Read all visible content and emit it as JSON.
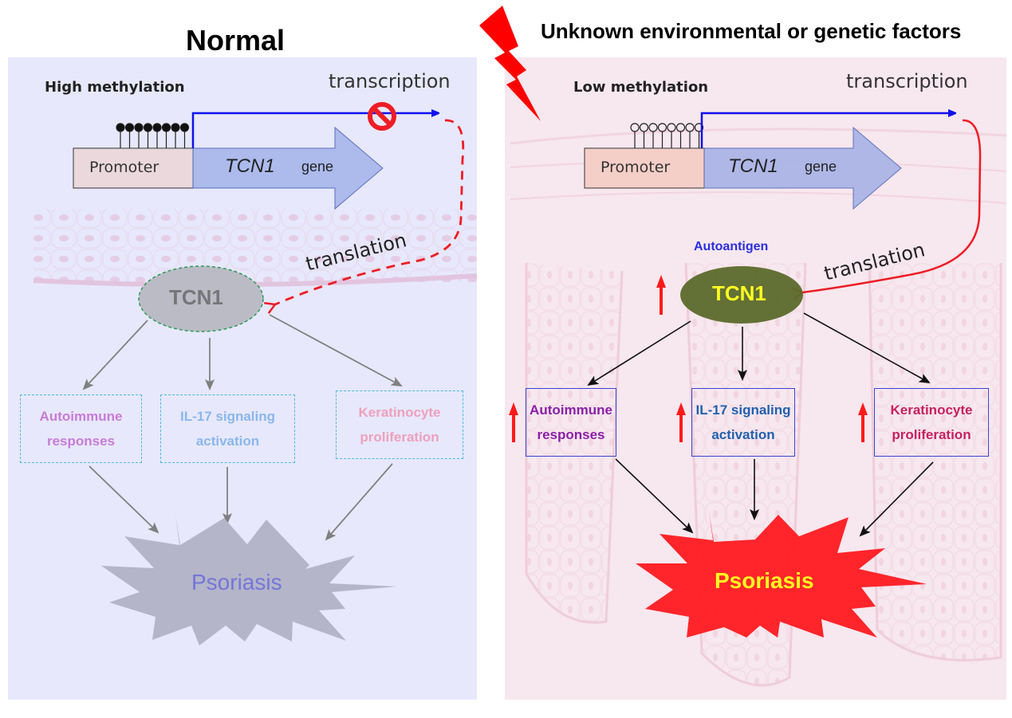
{
  "titles": {
    "normal": "Normal",
    "disease": "Unknown environmental or genetic factors"
  },
  "normal_panel": {
    "methylation_label": "High methylation",
    "methylation_state": "methylated (filled lollipops)",
    "cpg_count": 8,
    "promoter_label": "Promoter",
    "gene_name": "TCN1",
    "gene_suffix": "gene",
    "transcription_label": "transcription",
    "transcription_status": "blocked",
    "translation_label": "translation",
    "protein_label": "TCN1",
    "effects": [
      {
        "line1": "Autoimmune",
        "line2": "responses",
        "color": "#c77bd6"
      },
      {
        "line1": "IL-17 signaling",
        "line2": "activation",
        "color": "#8ab6ec"
      },
      {
        "line1": "Keratinocyte",
        "line2": "proliferation",
        "color": "#eea0bb"
      }
    ],
    "outcome_label": "Psoriasis"
  },
  "disease_panel": {
    "methylation_label": "Low methylation",
    "methylation_state": "unmethylated (open lollipops)",
    "cpg_count": 8,
    "promoter_label": "Promoter",
    "gene_name": "TCN1",
    "gene_suffix": "gene",
    "transcription_label": "transcription",
    "transcription_status": "active",
    "translation_label": "translation",
    "autoantigen_label": "Autoantigen",
    "protein_label": "TCN1",
    "effects": [
      {
        "line1": "Autoimmune",
        "line2": "responses",
        "color": "#8a1fa8"
      },
      {
        "line1": "IL-17 signaling",
        "line2": "activation",
        "color": "#215fae"
      },
      {
        "line1": "Keratinocyte",
        "line2": "proliferation",
        "color": "#c71f60"
      }
    ],
    "outcome_label": "Psoriasis"
  },
  "colors": {
    "left_bg": "#e7e8fc",
    "right_bg": "#f7e7ee",
    "transcription_arrow": "#1010ee",
    "translation_arrow": "#ee1c25",
    "lightning": "#ff0000",
    "up_arrow": "#ff1a1a",
    "tcn1_disease_fill": "#5b6a2b",
    "tcn1_disease_text": "#ffff22",
    "psoriasis_disease_fill": "#ff1a1f",
    "psoriasis_disease_text": "#ffff22",
    "psoriasis_normal_fill": "#b4b5c8",
    "psoriasis_normal_text": "#7575d9"
  }
}
